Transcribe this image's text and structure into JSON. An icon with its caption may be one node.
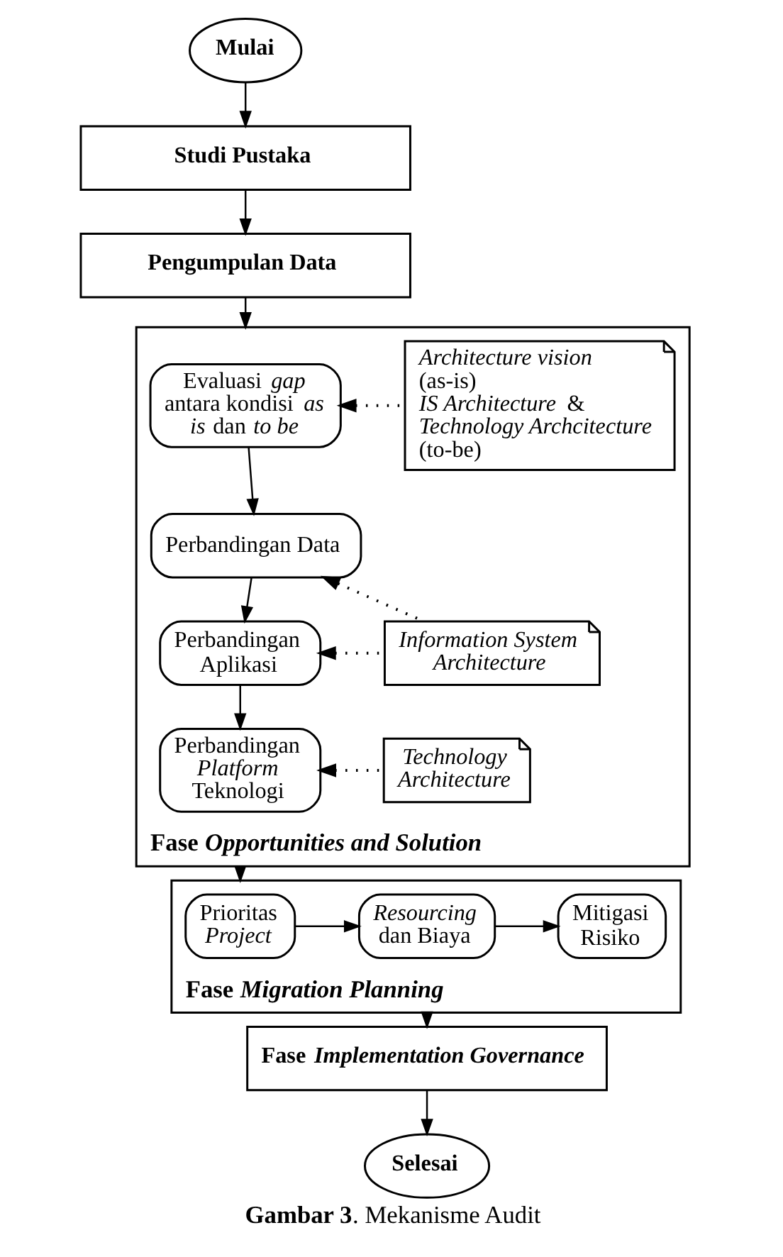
{
  "diagram": {
    "caption": "**Gambar 3**. Mekanisme Audit",
    "nodes": [
      {
        "text": [
          "Mulai"
        ]
      },
      {
        "text": [
          "Studi Pustaka"
        ]
      },
      {
        "text": [
          "Pengumpulan Data"
        ]
      },
      {
        "text": [
          "Fase *Opportunities and Solution*"
        ]
      },
      {
        "text": [
          "Evaluasi *gap* antara kondisi *as is* dan *to be*"
        ],
        "in": 3
      },
      {
        "text": [
          "Perbandingan Data"
        ],
        "in": 3
      },
      {
        "text": [
          "Perbandingan Aplikasi"
        ],
        "in": 3
      },
      {
        "text": [
          "Perbandingan *Platform* Teknologi"
        ],
        "in": 3
      },
      {
        "text": [
          "*Architecture vision* (as-is)",
          "*IS Architecture* & *Technology Archcitecture* (to-be)"
        ],
        "in": 3
      },
      {
        "text": [
          "*Information System Architecture*"
        ],
        "in": 3
      },
      {
        "text": [
          "*Technology Architecture*"
        ],
        "in": 3
      },
      {
        "text": [
          "Fase *Migration Planning*"
        ]
      },
      {
        "text": [
          "Prioritas *Project*"
        ],
        "in": 11
      },
      {
        "text": [
          "*Resourcing* dan Biaya"
        ],
        "in": 11
      },
      {
        "text": [
          "Mitigasi Risiko"
        ],
        "in": 11
      },
      {
        "text": [
          "Fase *Implementation Governance*"
        ]
      },
      {
        "text": [
          "Selesai"
        ]
      }
    ],
    "edges": [
      {
        "from": 0,
        "to": 1,
        "arrow": "to"
      },
      {
        "from": 1,
        "to": 2,
        "arrow": "to"
      },
      {
        "from": 2,
        "to": 3,
        "arrow": "to"
      },
      {
        "from": 4,
        "to": 5,
        "arrow": "to"
      },
      {
        "from": 5,
        "to": 6,
        "arrow": "to"
      },
      {
        "from": 6,
        "to": 7,
        "arrow": "to"
      },
      {
        "from": 8,
        "to": 4,
        "arrow": "to",
        "style": "dashed"
      },
      {
        "from": 9,
        "to": 5,
        "arrow": "to",
        "style": "dashed"
      },
      {
        "from": 9,
        "to": 6,
        "arrow": "to",
        "style": "dashed"
      },
      {
        "from": 10,
        "to": 7,
        "arrow": "to",
        "style": "dashed"
      },
      {
        "from": 3,
        "to": 11,
        "arrow": "to"
      },
      {
        "from": 12,
        "to": 13,
        "arrow": "to"
      },
      {
        "from": 13,
        "to": 14,
        "arrow": "to"
      },
      {
        "from": 11,
        "to": 15,
        "arrow": "to"
      },
      {
        "from": 15,
        "to": 16,
        "arrow": "to"
      }
    ]
  }
}
